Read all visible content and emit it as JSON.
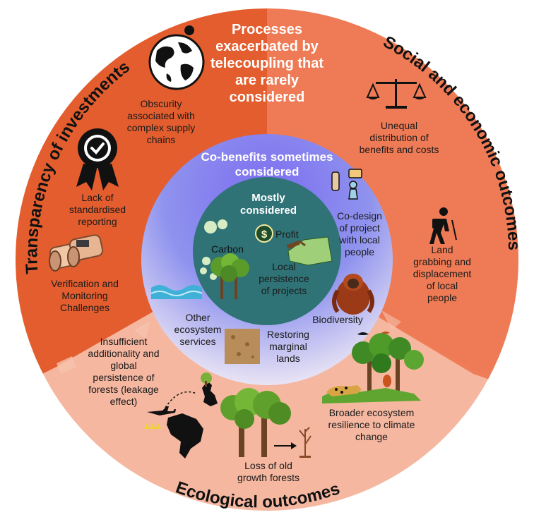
{
  "colors": {
    "outer_top_left": "#e85d2f",
    "outer_right": "#ef7a55",
    "outer_bottom": "#f6b39b",
    "middle_ring_top": "#6b6bf0",
    "middle_ring_bottom": "#d8d8f6",
    "inner_circle": "#2e7478",
    "curved_text": "#111111"
  },
  "ring_titles": {
    "left": "Transparency of investments",
    "right": "Social and economic outcomes",
    "bottom": "Ecological outcomes"
  },
  "headers": {
    "outer": "Processes\nexacerbated by\ntelecoupling that\nare rarely\nconsidered",
    "middle": "Co-benefits sometimes\nconsidered",
    "inner": "Mostly\nconsidered"
  },
  "outer_items": {
    "obscurity": "Obscurity\nassociated with\ncomplex supply\nchains",
    "reporting": "Lack of\nstandardised\nreporting",
    "verification": "Verification and\nMonitoring\nChallenges",
    "unequal": "Unequal\ndistribution of\nbenefits and costs",
    "land_grabbing": "Land\ngrabbing and\ndisplacement\nof local\npeople",
    "additionality": "Insufficient\nadditionality and\nglobal\npersistence of\nforests (leakage\neffect)",
    "resilience": "Broader ecosystem\nresilience to climate\nchange",
    "old_growth": "Loss of old\ngrowth forests"
  },
  "middle_items": {
    "codesign": "Co-design\nof project\nwith local\npeople",
    "biodiversity": "Biodiversity",
    "restoring": "Restoring\nmarginal\nlands",
    "ecosystem": "Other\necosystem\nservices"
  },
  "inner_items": {
    "profit": "Profit",
    "carbon": "Carbon",
    "persistence": "Local\npersistence\nof projects"
  },
  "icons": [
    "globe-map-icon",
    "award-badge-icon",
    "binoculars-icon",
    "scales-icon",
    "hiker-icon",
    "dollar-coin-icon",
    "co2-bubbles-icon",
    "trees-icon",
    "map-dig-icon",
    "participation-icon",
    "orangutan-icon",
    "water-wave-icon",
    "soil-icon",
    "plane-icon",
    "uk-map-icon",
    "brazil-map-icon",
    "forest-icon",
    "arrow-right-icon",
    "dead-sapling-icon",
    "jungle-icon",
    "jaguar-icon",
    "bird-icon",
    "small-tree-icon",
    "grass-icon"
  ]
}
